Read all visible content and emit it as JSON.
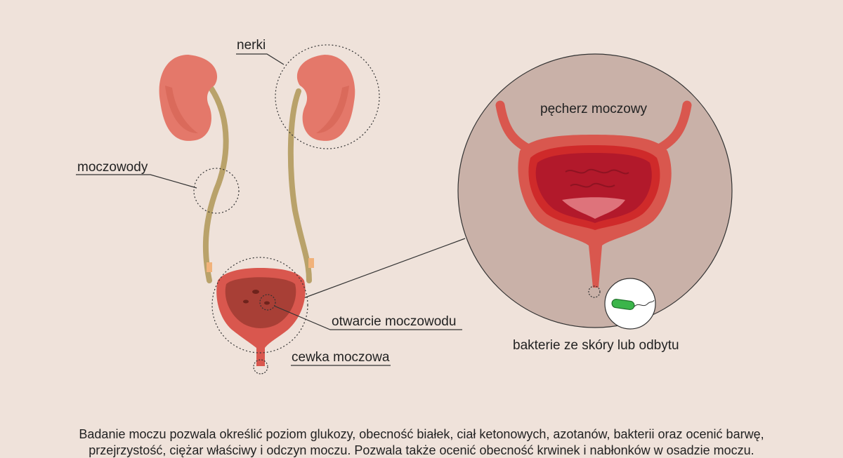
{
  "labels": {
    "kidneys": "nerki",
    "ureters": "moczowody",
    "ureter_opening": "otwarcie moczowodu",
    "urethra": "cewka moczowa",
    "bladder": "pęcherz moczowy",
    "bacteria": "bakterie ze skóry lub odbytu"
  },
  "caption": {
    "line1": "Badanie moczu pozwala określić poziom glukozy, obecność białek, ciał ketonowych, azotanów, bakterii oraz ocenić barwę,",
    "line2": "przejrzystość, ciężar właściwy i odczyn moczu. Pozwala także ocenić obecność krwinek i nabłonków w osadzie moczu."
  },
  "colors": {
    "background": "#efe2da",
    "kidney": "#e4786a",
    "ureter": "#b9a26a",
    "bladder": "#d9574e",
    "bladder_interior": "#b2192b",
    "zoom_circle": "#c9b1a8",
    "bacteria": "#3bb54a"
  }
}
